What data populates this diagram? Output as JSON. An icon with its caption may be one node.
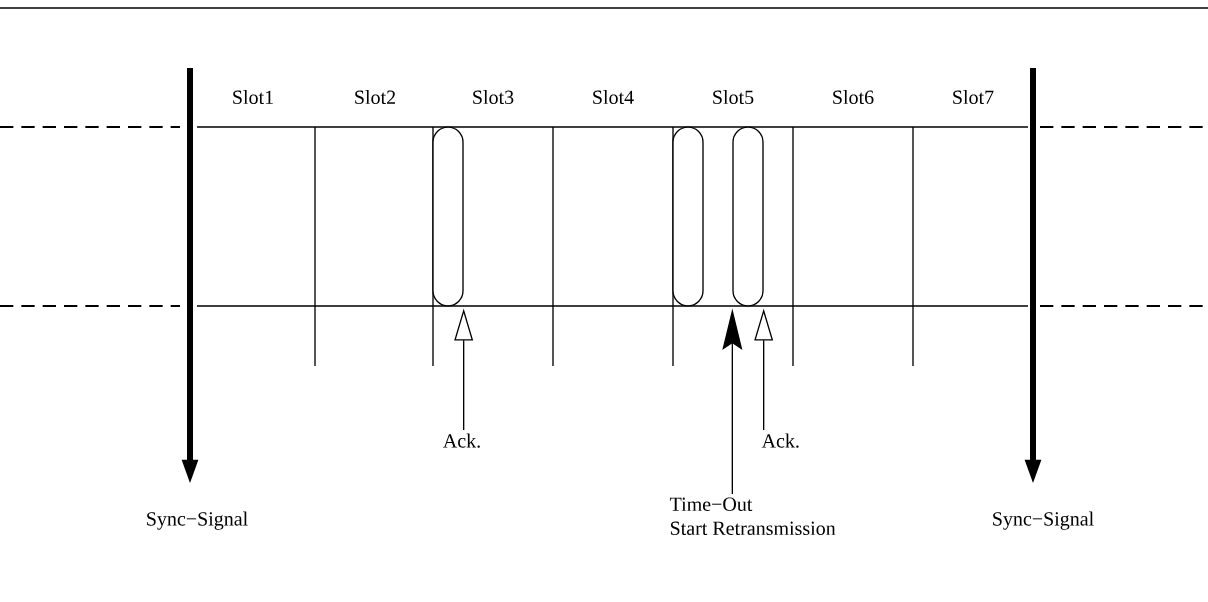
{
  "diagram": {
    "nodes": [
      {
        "text": [
          "Ack."
        ]
      },
      {
        "text": [
          "Time−Out",
          "Start Retransmission"
        ]
      },
      {
        "text": [
          "Ack."
        ]
      },
      {
        "text": [
          "Sync−Signal"
        ]
      },
      {
        "text": [
          "Sync−Signal"
        ]
      },
      {
        "text": [],
        "shape": "capsule"
      },
      {
        "text": [],
        "shape": "capsule"
      },
      {
        "text": [],
        "shape": "capsule"
      }
    ],
    "edges": [
      {
        "from": 0,
        "to": 5,
        "arrow": "to"
      },
      {
        "from": 1,
        "to": 7,
        "arrow": "to"
      },
      {
        "from": 2,
        "to": 7,
        "arrow": "to"
      },
      {
        "from": null,
        "to": 3,
        "arrow": "to",
        "style": "thick"
      },
      {
        "from": null,
        "to": 4,
        "arrow": "to",
        "style": "thick"
      }
    ],
    "labels": [
      "Slot1",
      "Slot2",
      "Slot3",
      "Slot4",
      "Slot5",
      "Slot6",
      "Slot7"
    ]
  }
}
